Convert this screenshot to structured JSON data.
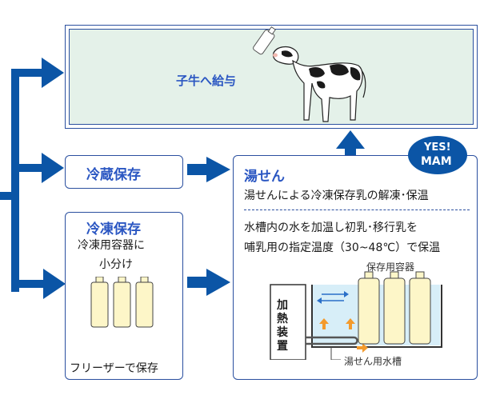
{
  "colors": {
    "arrow": "#0b55a6",
    "border": "#2a4f9f",
    "title_blue": "#2a56c2",
    "orange": "#f39a2c",
    "frame_fill": "#e4f1e9",
    "water": "#d7eef8"
  },
  "top": {
    "title": "子牛へ給与",
    "cow_icon": "cow-icon"
  },
  "refrigerate": {
    "title": "冷蔵保存"
  },
  "freeze": {
    "title": "冷凍保存",
    "line1": "冷凍用容器に",
    "line2": "小分け",
    "bottom": "フリーザーで保存"
  },
  "bath": {
    "title": "湯せん",
    "subtitle": "湯せんによる冷凍保存乳の解凍･保温",
    "desc_line1": "水槽内の水を加温し初乳･移行乳を",
    "desc_line2": "哺乳用の指定温度（30~48℃）で保温",
    "label_containers": "保存用容器",
    "heater": [
      "加",
      "熱",
      "装",
      "置"
    ],
    "label_tank": "湯せん用水槽"
  },
  "badge": {
    "line1": "YES!",
    "line2": "MAM"
  }
}
